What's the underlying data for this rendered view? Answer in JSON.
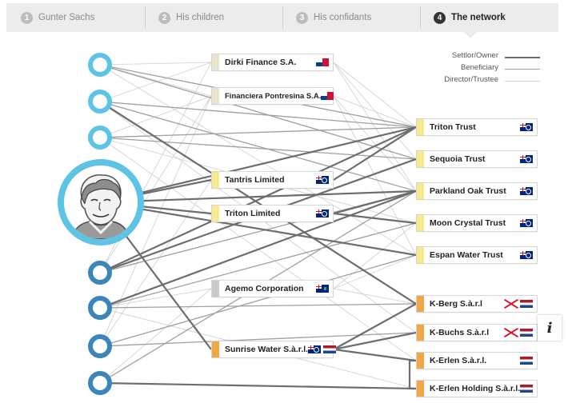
{
  "steps": [
    {
      "num": "1",
      "label": "Gunter Sachs"
    },
    {
      "num": "2",
      "label": "His children"
    },
    {
      "num": "3",
      "label": "His confidants"
    },
    {
      "num": "4",
      "label": "The network"
    }
  ],
  "legend": {
    "settlor": "Settlor/Owner",
    "beneficiary": "Beneficiary",
    "director": "Director/Trustee"
  },
  "colors": {
    "settlor": "#6d6d6d",
    "beneficiary": "#9f9f9f",
    "director": "#d3d3d3",
    "ring_light": "#5dc4e6",
    "ring_dark": "#3a86b8",
    "bar_beige": "#e9e4cc",
    "bar_yellow": "#f7ea8f",
    "bar_gray": "#c9c9c9",
    "bar_orange": "#f3a646"
  },
  "persons": [
    {
      "id": "p1",
      "shade": "light"
    },
    {
      "id": "p2",
      "shade": "light"
    },
    {
      "id": "p3",
      "shade": "light"
    },
    {
      "id": "gunter",
      "shade": "light",
      "portrait": "gunter-sachs-portrait"
    },
    {
      "id": "p5",
      "shade": "dark"
    },
    {
      "id": "p6",
      "shade": "dark"
    },
    {
      "id": "p7",
      "shade": "dark"
    },
    {
      "id": "p8",
      "shade": "dark"
    }
  ],
  "entities": [
    {
      "id": "dirki",
      "label": "Dirki Finance S.A.",
      "bar": "beige",
      "flags": [
        "panama"
      ]
    },
    {
      "id": "pontresina",
      "label": "Financiera Pontresina S.A.",
      "bar": "beige",
      "flags": [
        "panama"
      ]
    },
    {
      "id": "tantris",
      "label": "Tantris Limited",
      "bar": "yellow",
      "flags": [
        "cook-islands"
      ]
    },
    {
      "id": "tritonltd",
      "label": "Triton Limited",
      "bar": "yellow",
      "flags": [
        "cook-islands"
      ]
    },
    {
      "id": "agemo",
      "label": "Agemo Corporation",
      "bar": "gray",
      "flags": [
        "british-virgin-islands"
      ]
    },
    {
      "id": "sunrise",
      "label": "Sunrise Water S.à.r.l.",
      "bar": "orange",
      "flags": [
        "cook-islands",
        "netherlands"
      ]
    },
    {
      "id": "tritontrust",
      "label": "Triton Trust",
      "bar": "yellow",
      "flags": [
        "cook-islands"
      ]
    },
    {
      "id": "sequoia",
      "label": "Sequoia Trust",
      "bar": "yellow",
      "flags": [
        "cook-islands"
      ]
    },
    {
      "id": "parkland",
      "label": "Parkland Oak Trust",
      "bar": "yellow",
      "flags": [
        "cook-islands"
      ]
    },
    {
      "id": "mooncrystal",
      "label": "Moon Crystal Trust",
      "bar": "yellow",
      "flags": [
        "cook-islands"
      ]
    },
    {
      "id": "espan",
      "label": "Espan Water Trust",
      "bar": "yellow",
      "flags": [
        "cook-islands"
      ]
    },
    {
      "id": "kberg",
      "label": "K-Berg S.à.r.l",
      "bar": "orange",
      "flags": [
        "jersey",
        "netherlands"
      ]
    },
    {
      "id": "kbuchs",
      "label": "K-Buchs S.à.r.l",
      "bar": "orange",
      "flags": [
        "jersey",
        "netherlands"
      ]
    },
    {
      "id": "kerlen",
      "label": "K-Erlen S.à.r.l.",
      "bar": "orange",
      "flags": [
        "netherlands"
      ]
    },
    {
      "id": "kerlenholding",
      "label": "K-Erlen Holding S.à.r.l.",
      "bar": "orange",
      "flags": [
        "netherlands"
      ]
    }
  ],
  "links": [
    {
      "from": "gunter",
      "to": "tantris",
      "type": "settlor"
    },
    {
      "from": "gunter",
      "to": "tritonltd",
      "type": "settlor"
    },
    {
      "from": "gunter",
      "to": "tritontrust",
      "type": "settlor"
    },
    {
      "from": "gunter",
      "to": "parkland",
      "type": "settlor"
    },
    {
      "from": "gunter",
      "to": "espan",
      "type": "settlor"
    },
    {
      "from": "gunter",
      "to": "sunrise",
      "type": "settlor"
    },
    {
      "from": "p2",
      "to": "kberg",
      "type": "settlor"
    },
    {
      "from": "p8",
      "to": "kerlenholding",
      "type": "settlor"
    },
    {
      "from": "tantris",
      "to": "tritontrust",
      "type": "settlor"
    },
    {
      "from": "tritonltd",
      "to": "parkland",
      "type": "settlor"
    },
    {
      "from": "tritonltd",
      "to": "mooncrystal",
      "type": "settlor"
    },
    {
      "from": "sunrise",
      "to": "kberg",
      "type": "settlor"
    },
    {
      "from": "sunrise",
      "to": "kbuchs",
      "type": "settlor"
    },
    {
      "from": "sunrise",
      "to": "kerlen",
      "type": "settlor"
    },
    {
      "from": "kerlen",
      "to": "kerlenholding",
      "type": "settlor"
    },
    {
      "from": "p5",
      "to": "tritontrust",
      "type": "settlor"
    },
    {
      "from": "p6",
      "to": "parkland",
      "type": "settlor"
    },
    {
      "from": "p5",
      "to": "sequoia",
      "type": "settlor"
    },
    {
      "from": "p1",
      "to": "tritontrust",
      "type": "beneficiary"
    },
    {
      "from": "p1",
      "to": "sequoia",
      "type": "beneficiary"
    },
    {
      "from": "p2",
      "to": "tritontrust",
      "type": "beneficiary"
    },
    {
      "from": "p2",
      "to": "parkland",
      "type": "beneficiary"
    },
    {
      "from": "p3",
      "to": "tritontrust",
      "type": "beneficiary"
    },
    {
      "from": "p3",
      "to": "sequoia",
      "type": "beneficiary"
    },
    {
      "from": "p5",
      "to": "parkland",
      "type": "beneficiary"
    },
    {
      "from": "p6",
      "to": "mooncrystal",
      "type": "beneficiary"
    },
    {
      "from": "p7",
      "to": "espan",
      "type": "beneficiary"
    },
    {
      "from": "p8",
      "to": "parkland",
      "type": "beneficiary"
    },
    {
      "from": "p6",
      "to": "kberg",
      "type": "beneficiary"
    },
    {
      "from": "p7",
      "to": "kbuchs",
      "type": "beneficiary"
    },
    {
      "from": "dirki",
      "to": "tritontrust",
      "type": "director"
    },
    {
      "from": "dirki",
      "to": "sequoia",
      "type": "director"
    },
    {
      "from": "dirki",
      "to": "parkland",
      "type": "director"
    },
    {
      "from": "pontresina",
      "to": "tritontrust",
      "type": "director"
    },
    {
      "from": "pontresina",
      "to": "parkland",
      "type": "director"
    },
    {
      "from": "pontresina",
      "to": "espan",
      "type": "director"
    },
    {
      "from": "agemo",
      "to": "mooncrystal",
      "type": "director"
    },
    {
      "from": "agemo",
      "to": "espan",
      "type": "director"
    },
    {
      "from": "agemo",
      "to": "kberg",
      "type": "director"
    },
    {
      "from": "p1",
      "to": "dirki",
      "type": "director"
    },
    {
      "from": "p1",
      "to": "pontresina",
      "type": "director"
    },
    {
      "from": "p2",
      "to": "dirki",
      "type": "director"
    },
    {
      "from": "p3",
      "to": "pontresina",
      "type": "director"
    },
    {
      "from": "p5",
      "to": "dirki",
      "type": "director"
    },
    {
      "from": "p5",
      "to": "pontresina",
      "type": "director"
    },
    {
      "from": "p6",
      "to": "agemo",
      "type": "director"
    },
    {
      "from": "p7",
      "to": "tantris",
      "type": "director"
    },
    {
      "from": "p7",
      "to": "pontresina",
      "type": "director"
    },
    {
      "from": "p8",
      "to": "agemo",
      "type": "director"
    },
    {
      "from": "p3",
      "to": "mooncrystal",
      "type": "director"
    },
    {
      "from": "p1",
      "to": "espan",
      "type": "director"
    },
    {
      "from": "p2",
      "to": "kbuchs",
      "type": "director"
    },
    {
      "from": "p3",
      "to": "kerlen",
      "type": "director"
    },
    {
      "from": "p6",
      "to": "kerlenholding",
      "type": "director"
    }
  ],
  "info_button": "i"
}
